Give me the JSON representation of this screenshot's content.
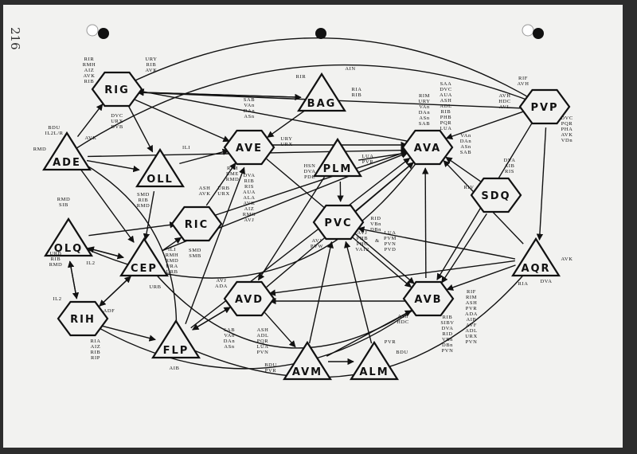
{
  "page_number_handwritten": "216",
  "nodes": [
    {
      "id": "RIG",
      "shape": "hexagon"
    },
    {
      "id": "BAG",
      "shape": "triangle"
    },
    {
      "id": "PVP",
      "shape": "hexagon"
    },
    {
      "id": "AVE",
      "shape": "hexagon"
    },
    {
      "id": "AVA",
      "shape": "hexagon"
    },
    {
      "id": "ADE",
      "shape": "triangle"
    },
    {
      "id": "OLL",
      "shape": "triangle"
    },
    {
      "id": "PLM",
      "shape": "triangle"
    },
    {
      "id": "SDQ",
      "shape": "hexagon"
    },
    {
      "id": "RIC",
      "shape": "hexagon"
    },
    {
      "id": "PVC",
      "shape": "hexagon"
    },
    {
      "id": "OLQ",
      "shape": "triangle"
    },
    {
      "id": "CEP",
      "shape": "triangle"
    },
    {
      "id": "AQR",
      "shape": "triangle"
    },
    {
      "id": "AVD",
      "shape": "hexagon"
    },
    {
      "id": "AVB",
      "shape": "hexagon"
    },
    {
      "id": "RIH",
      "shape": "hexagon"
    },
    {
      "id": "FLP",
      "shape": "triangle"
    },
    {
      "id": "AVM",
      "shape": "triangle"
    },
    {
      "id": "ALM",
      "shape": "triangle"
    }
  ],
  "annotations": [
    {
      "node": "RIG",
      "text": [
        "RIR",
        "RMH",
        "AIZ",
        "AVK",
        "RIB"
      ]
    },
    {
      "node": "RIG",
      "text": [
        "URY",
        "RIB",
        "AVK"
      ]
    },
    {
      "node": "RIG",
      "text": [
        "DVC",
        "URX",
        "DVB"
      ]
    },
    {
      "node": "BAG",
      "text": [
        "RIR"
      ]
    },
    {
      "node": "BAG",
      "text": [
        "AIN"
      ]
    },
    {
      "node": "BAG",
      "text": [
        "RIA",
        "RIB"
      ]
    },
    {
      "node": "PVP",
      "text": [
        "RIF",
        "AVH"
      ]
    },
    {
      "node": "PVP",
      "text": [
        "AVH",
        "HDC",
        "AVL"
      ]
    },
    {
      "node": "PVP",
      "text": [
        "DVC",
        "PQR",
        "PHA",
        "AVK",
        "VDn"
      ]
    },
    {
      "node": "AVE",
      "text": [
        "SAB",
        "VAn",
        "DAn",
        "ASn"
      ]
    },
    {
      "node": "AVE",
      "text": [
        "URY",
        "URX"
      ]
    },
    {
      "node": "AVE",
      "text": [
        "RIM",
        "RME",
        "RMD"
      ]
    },
    {
      "node": "AVE",
      "text": [
        "DVA",
        "RIB",
        "RIS",
        "AUA",
        "ALA",
        "AVK",
        "AIZ",
        "RMG",
        "AVJ"
      ]
    },
    {
      "node": "AVA",
      "text": [
        "RIM",
        "URY",
        "VAn",
        "DAn",
        "ASn",
        "SAB"
      ]
    },
    {
      "node": "AVA",
      "text": [
        "SAA",
        "DVC",
        "AUA",
        "ASH",
        "ADL",
        "RIB",
        "PHB",
        "PQR",
        "LUA"
      ]
    },
    {
      "node": "AVA",
      "text": [
        "VAn",
        "DAn",
        "ASn",
        "SAB"
      ]
    },
    {
      "node": "PLM",
      "text": [
        "HSN",
        "DVA",
        "PDE"
      ]
    },
    {
      "node": "PLM",
      "text": [
        "LUA",
        "PVR"
      ]
    },
    {
      "node": "SDQ",
      "text": [
        "DVA",
        "AIB",
        "RIS"
      ]
    },
    {
      "node": "SDQ",
      "text": [
        "RIV"
      ]
    },
    {
      "node": "ADE",
      "text": [
        "BDU",
        "IL2L/R"
      ]
    },
    {
      "node": "ADE",
      "text": [
        "RMD"
      ]
    },
    {
      "node": "ADE",
      "text": [
        "AVK"
      ]
    },
    {
      "node": "OLL",
      "text": [
        "ILI"
      ]
    },
    {
      "node": "OLL",
      "text": [
        "SMD",
        "RIB",
        "RMD"
      ]
    },
    {
      "node": "RIC",
      "text": [
        "ASH",
        "AVK"
      ]
    },
    {
      "node": "RIC",
      "text": [
        "ÜRB",
        "URX"
      ]
    },
    {
      "node": "RIC",
      "text": [
        "SMD",
        "SMB"
      ]
    },
    {
      "node": "PVC",
      "text": [
        "RID",
        "VBn",
        "DBn"
      ]
    },
    {
      "node": "PVC",
      "text": [
        "AVJ",
        "PHB",
        "PHC",
        "VA12"
      ]
    },
    {
      "node": "PVC",
      "text": [
        "&"
      ]
    },
    {
      "node": "PVC",
      "text": [
        "LUA",
        "PVM",
        "PVN",
        "PVD"
      ]
    },
    {
      "node": "PVC",
      "text": [
        "AVJ",
        "PVW"
      ]
    },
    {
      "node": "OLQ",
      "text": [
        "RMD",
        "SIB"
      ]
    },
    {
      "node": "OLQ",
      "text": [
        "URB",
        "RIB",
        "RMD"
      ]
    },
    {
      "node": "OLQ",
      "text": [
        "IL2"
      ]
    },
    {
      "node": "CEP",
      "text": [
        "ILI",
        "RMH",
        "RMD",
        "URA",
        "URB"
      ]
    },
    {
      "node": "CEP",
      "text": [
        "URB"
      ]
    },
    {
      "node": "AQR",
      "text": [
        "AVK"
      ]
    },
    {
      "node": "AQR",
      "text": [
        "RIA"
      ]
    },
    {
      "node": "AQR",
      "text": [
        "DVA"
      ]
    },
    {
      "node": "AVD",
      "text": [
        "AVJ",
        "ADA"
      ]
    },
    {
      "node": "AVD",
      "text": [
        "SAB",
        "VAn",
        "DAn",
        "ASn"
      ]
    },
    {
      "node": "AVD",
      "text": [
        "ASH",
        "ADL",
        "PQR",
        "LUA",
        "PVN"
      ]
    },
    {
      "node": "AVB",
      "text": [
        "ASn",
        "HDC"
      ]
    },
    {
      "node": "AVB",
      "text": [
        "RIB",
        "SIBV",
        "DVA",
        "RID",
        "VBn",
        "DBn",
        "PVN"
      ]
    },
    {
      "node": "AVB",
      "text": [
        "RIF",
        "RIM",
        "ASH",
        "PVR",
        "ADA",
        "AIB",
        "AVF",
        "ADL",
        "URX",
        "PVN"
      ]
    },
    {
      "node": "RIH",
      "text": [
        "IL2"
      ]
    },
    {
      "node": "RIH",
      "text": [
        "ADF"
      ]
    },
    {
      "node": "RIH",
      "text": [
        "RIA",
        "AIZ",
        "RIB",
        "RIP"
      ]
    },
    {
      "node": "FLP",
      "text": [
        "AIB"
      ]
    },
    {
      "node": "AVM",
      "text": [
        "BDU",
        "PVR"
      ]
    },
    {
      "node": "ALM",
      "text": [
        "PVR"
      ]
    },
    {
      "node": "ALM",
      "text": [
        "BDU"
      ]
    }
  ],
  "edges": [
    [
      "ADE",
      "RIG"
    ],
    [
      "RIG",
      "AVE"
    ],
    [
      "RIG",
      "OLL"
    ],
    [
      "ADE",
      "OLL"
    ],
    [
      "ADE",
      "CEP"
    ],
    [
      "ADE",
      "AVA"
    ],
    [
      "OLL",
      "AVE"
    ],
    [
      "OLL",
      "CEP"
    ],
    [
      "BAG",
      "RIG"
    ],
    [
      "RIG",
      "BAG"
    ],
    [
      "PVP",
      "RIG"
    ],
    [
      "AVA",
      "RIG"
    ],
    [
      "BAG",
      "AVE"
    ],
    [
      "PVP",
      "AVA"
    ],
    [
      "AVE",
      "AVA"
    ],
    [
      "PLM",
      "AVA"
    ],
    [
      "PLM",
      "PVC"
    ],
    [
      "PVC",
      "AVA"
    ],
    [
      "AVB",
      "AVA"
    ],
    [
      "SDQ",
      "AVA"
    ],
    [
      "SDQ",
      "AVB"
    ],
    [
      "AQR",
      "AVA"
    ],
    [
      "AQR",
      "PVC"
    ],
    [
      "AQR",
      "AVB"
    ],
    [
      "PVP",
      "AQR"
    ],
    [
      "PVP",
      "AVB"
    ],
    [
      "RIC",
      "AVE"
    ],
    [
      "CEP",
      "RIC"
    ],
    [
      "OLQ",
      "RIC"
    ],
    [
      "OLQ",
      "CEP"
    ],
    [
      "CEP",
      "OLQ"
    ],
    [
      "OLQ",
      "RIH"
    ],
    [
      "RIH",
      "OLQ"
    ],
    [
      "RIH",
      "CEP"
    ],
    [
      "CEP",
      "RIH"
    ],
    [
      "RIH",
      "FLP"
    ],
    [
      "FLP",
      "AVD"
    ],
    [
      "AVD",
      "FLP"
    ],
    [
      "FLP",
      "AVA"
    ],
    [
      "FLP",
      "AVE"
    ],
    [
      "AVB",
      "AVD"
    ],
    [
      "AQR",
      "AVD"
    ],
    [
      "AVD",
      "AVM"
    ],
    [
      "AVM",
      "AVB"
    ],
    [
      "AVM",
      "ALM"
    ],
    [
      "ALM",
      "PVC"
    ],
    [
      "AVM",
      "PVC"
    ],
    [
      "PVC",
      "AVB"
    ],
    [
      "AVE",
      "AVB"
    ],
    [
      "PLM",
      "AVD"
    ],
    [
      "CEP",
      "AVA"
    ],
    [
      "AVD",
      "AVA"
    ],
    [
      "RIC",
      "AVA"
    ]
  ],
  "curves": [
    [
      "ADE",
      "PVP"
    ],
    [
      "OLQ",
      "AVA"
    ],
    [
      "RIH",
      "AVB"
    ],
    [
      "FLP",
      "AQR"
    ],
    [
      "CEP",
      "AVB"
    ],
    [
      "ADE",
      "FLP"
    ],
    [
      "RIG",
      "PVP"
    ]
  ]
}
